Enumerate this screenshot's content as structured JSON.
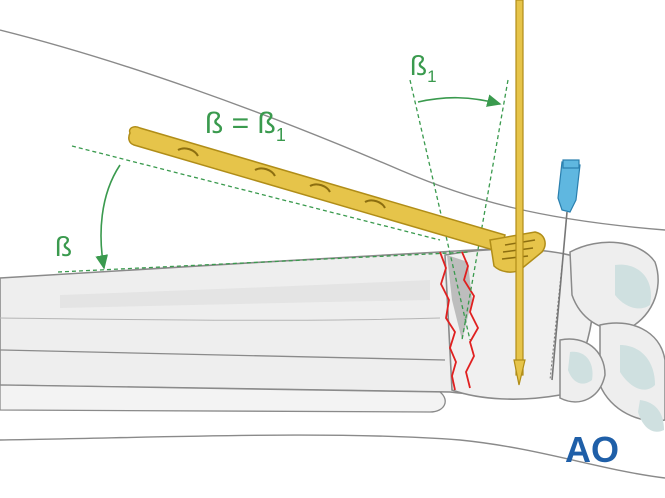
{
  "labels": {
    "beta_equal": "ß = ß",
    "beta_equal_sub": "1",
    "beta": "ß",
    "beta1": "ß",
    "beta1_sub": "1",
    "logo": "AO"
  },
  "colors": {
    "angle": "#3a9a4e",
    "fracture": "#e02020",
    "bone_fill": "#eeeeee",
    "bone_stroke": "#8a8a8a",
    "carpal_shade": "#cfe0e0",
    "plate": "#e6c44a",
    "plate_dark": "#b08d18",
    "needle_hub": "#5fb7e0",
    "logo": "#1f5fa8"
  }
}
